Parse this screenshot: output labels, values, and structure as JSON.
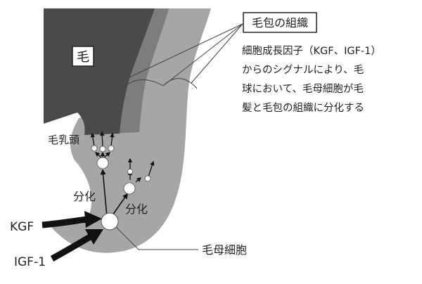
{
  "labels": {
    "hair": "毛",
    "follicle_tissue": "毛包の組織",
    "dermal_papilla": "毛乳頭",
    "differentiation_1": "分化",
    "differentiation_2": "分化",
    "kgf": "KGF",
    "igf1": "IGF-1",
    "hair_matrix_cell": "毛母細胞"
  },
  "description_lines": [
    "細胞成長因子（KGF、IGF-1）",
    "からのシグナルにより、毛",
    "球において、毛母細胞が毛",
    "髪と毛包の組織に分化する"
  ],
  "colors": {
    "skin_gray": "#a6a6a6",
    "sheath_gray": "#7d7d7d",
    "hair_dark": "#4a4a4a",
    "outline": "#555555",
    "arrow_black": "#111111",
    "cell_white": "#ffffff"
  }
}
